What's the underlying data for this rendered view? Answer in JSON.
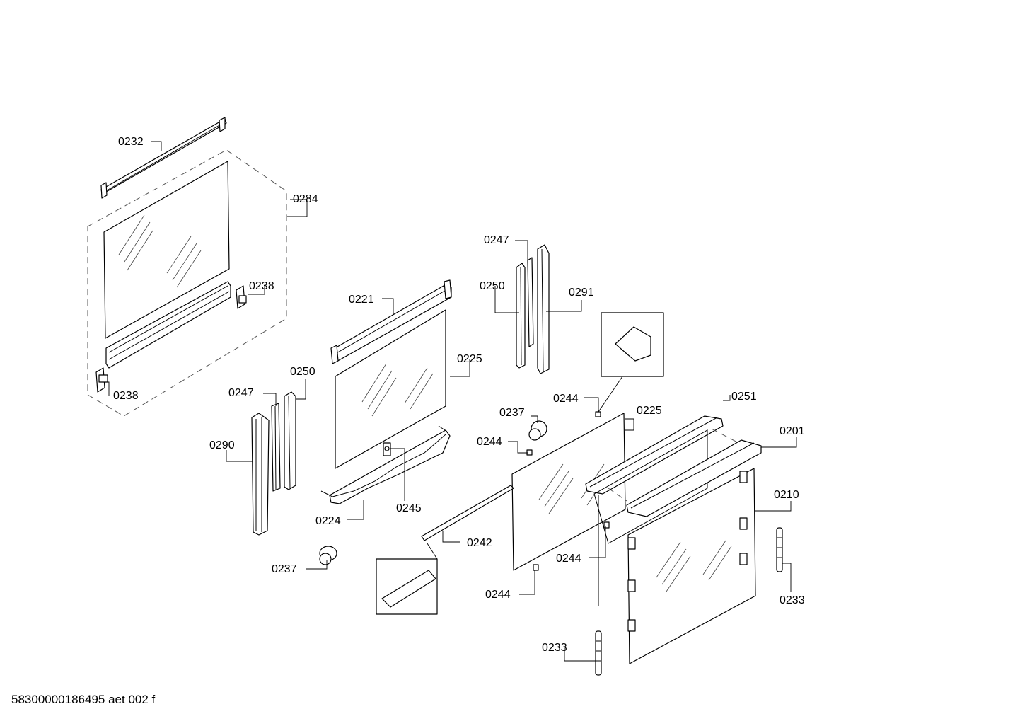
{
  "document": {
    "code": "58300000186495 aet 002 f"
  },
  "callouts": [
    "0232",
    "0284",
    "0238",
    "0238",
    "0221",
    "0225",
    "0247",
    "0250",
    "0291",
    "0247",
    "0250",
    "0290",
    "0224",
    "0245",
    "0237",
    "0237",
    "0244",
    "0244",
    "0244",
    "0244",
    "0225",
    "0251",
    "0201",
    "0210",
    "0242",
    "0233",
    "0233"
  ]
}
